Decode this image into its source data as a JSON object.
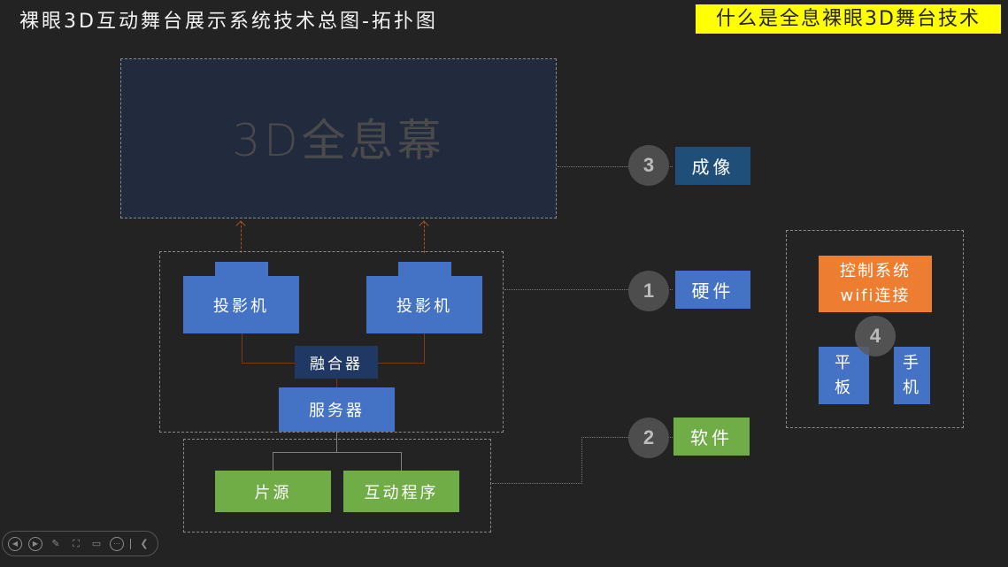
{
  "header": {
    "title": "裸眼3D互动舞台展示系统技术总图-拓扑图",
    "tag_label": "什么是全息裸眼3D舞台技术"
  },
  "colors": {
    "background": "#232323",
    "tag_yellow": "#ffff00",
    "hardware_blue": "#4472c4",
    "fuser_navy": "#1f3864",
    "software_green": "#70ad47",
    "control_orange": "#ed7d31",
    "imaging_steel": "#1f4e79",
    "screen_fill": "#222b3e",
    "connector_brown": "#7a3a12"
  },
  "diagram": {
    "screen": {
      "label": "3D全息幕"
    },
    "hardware": {
      "projectors": [
        "投影机",
        "投影机"
      ],
      "fuser": "融合器",
      "server": "服务器"
    },
    "software": {
      "items": [
        "片源",
        "互动程序"
      ]
    },
    "control": {
      "system_line1": "控制系统",
      "system_line2": "wifi连接",
      "devices": [
        {
          "line1": "平",
          "line2": "板"
        },
        {
          "line1": "手",
          "line2": "机"
        }
      ],
      "number": "4"
    },
    "legend": [
      {
        "number": "3",
        "label": "成像"
      },
      {
        "number": "1",
        "label": "硬件"
      },
      {
        "number": "2",
        "label": "软件"
      }
    ]
  },
  "toolbar": {
    "icons": [
      "previous-icon",
      "next-icon",
      "pen-icon",
      "focus-icon",
      "screen-icon",
      "more-icon",
      "collapse-icon"
    ]
  }
}
